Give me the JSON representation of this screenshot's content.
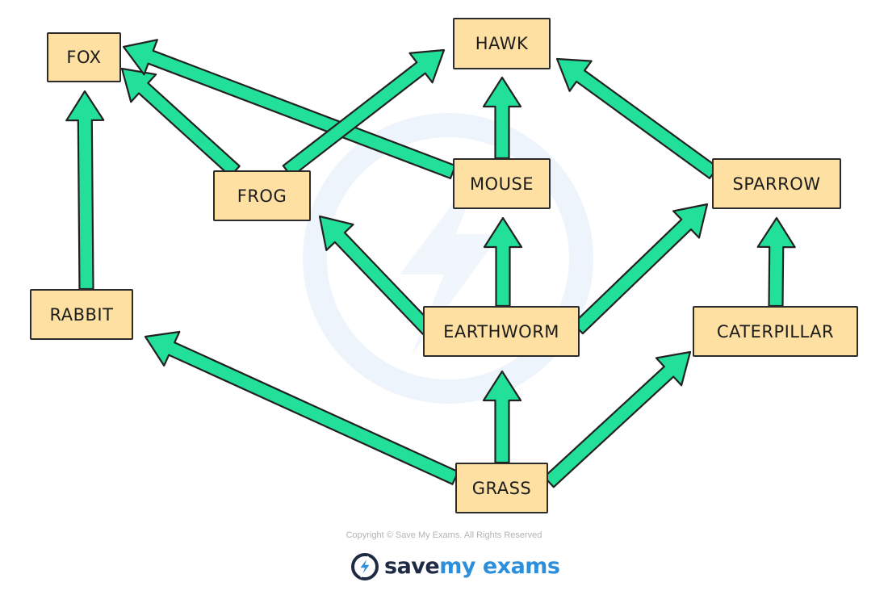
{
  "nodes": [
    {
      "id": "fox",
      "label": "FOX"
    },
    {
      "id": "hawk",
      "label": "HAWK"
    },
    {
      "id": "frog",
      "label": "FROG"
    },
    {
      "id": "mouse",
      "label": "MOUSE"
    },
    {
      "id": "sparrow",
      "label": "SPARROW"
    },
    {
      "id": "rabbit",
      "label": "RABBIT"
    },
    {
      "id": "earthworm",
      "label": "EARTHWORM"
    },
    {
      "id": "caterpillar",
      "label": "CATERPILLAR"
    },
    {
      "id": "grass",
      "label": "GRASS"
    }
  ],
  "edges": [
    {
      "from": "grass",
      "to": "rabbit"
    },
    {
      "from": "grass",
      "to": "earthworm"
    },
    {
      "from": "grass",
      "to": "caterpillar"
    },
    {
      "from": "rabbit",
      "to": "fox"
    },
    {
      "from": "frog",
      "to": "fox"
    },
    {
      "from": "mouse",
      "to": "fox"
    },
    {
      "from": "frog",
      "to": "hawk"
    },
    {
      "from": "mouse",
      "to": "hawk"
    },
    {
      "from": "sparrow",
      "to": "hawk"
    },
    {
      "from": "earthworm",
      "to": "frog"
    },
    {
      "from": "earthworm",
      "to": "mouse"
    },
    {
      "from": "earthworm",
      "to": "sparrow"
    },
    {
      "from": "caterpillar",
      "to": "sparrow"
    }
  ],
  "colors": {
    "arrow_fill": "#22e09a",
    "arrow_outline": "#222222",
    "node_fill": "#fde0a2",
    "node_border": "#2b2b2b",
    "brand_dark": "#1f2a44",
    "brand_blue": "#2c8fdc"
  },
  "footer": {
    "copyright": "Copyright © Save My Exams. All Rights Reserved",
    "brand_part1": "save",
    "brand_part2": "my exams",
    "brand_icon": "lightning-bolt-icon"
  }
}
